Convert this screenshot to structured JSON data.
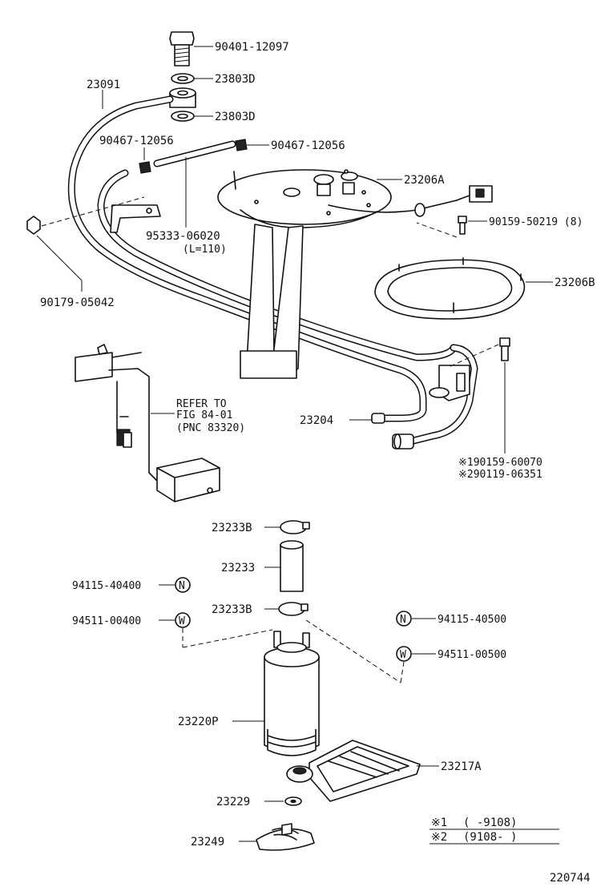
{
  "diagram_id": "220744",
  "parts": {
    "bolt_top": "90401-12097",
    "gasket_upper": "23803D",
    "gasket_lower": "23803D",
    "fuel_line_pipe": "23091",
    "clip_left": "90467-12056",
    "clip_right": "90467-12056",
    "hose": "95333-06020",
    "hose_length": "(L=110)",
    "pump_bracket": "23206A",
    "screw_bracket": "90159-50219 (8)",
    "bracket_gasket": "23206B",
    "nut_left": "90179-05042",
    "pipe_assy": "23204",
    "sender_ref_line1": "REFER TO",
    "sender_ref_line2": "FIG 84-01",
    "sender_ref_line3": "(PNC 83320)",
    "screw_alt1": "※190159-60070",
    "screw_alt2": "※290119-06351",
    "hose_clamp_upper": "23233B",
    "pump_hose": "23233",
    "hose_clamp_lower": "23233B",
    "nut_small_left": "94115-40400",
    "washer_small_left": "94511-00400",
    "nut_small_right": "94115-40500",
    "washer_small_right": "94511-00500",
    "fuel_pump": "23220P",
    "filter": "23217A",
    "cushion": "23229",
    "pump_support": "23249"
  },
  "badges": {
    "nut": "N",
    "washer": "W"
  },
  "legend": {
    "row1_mark": "※1",
    "row1_range": "(      -9108)",
    "row2_mark": "※2",
    "row2_range": "(9108-      )"
  },
  "colors": {
    "ink": "#111111",
    "paper": "#ffffff"
  }
}
